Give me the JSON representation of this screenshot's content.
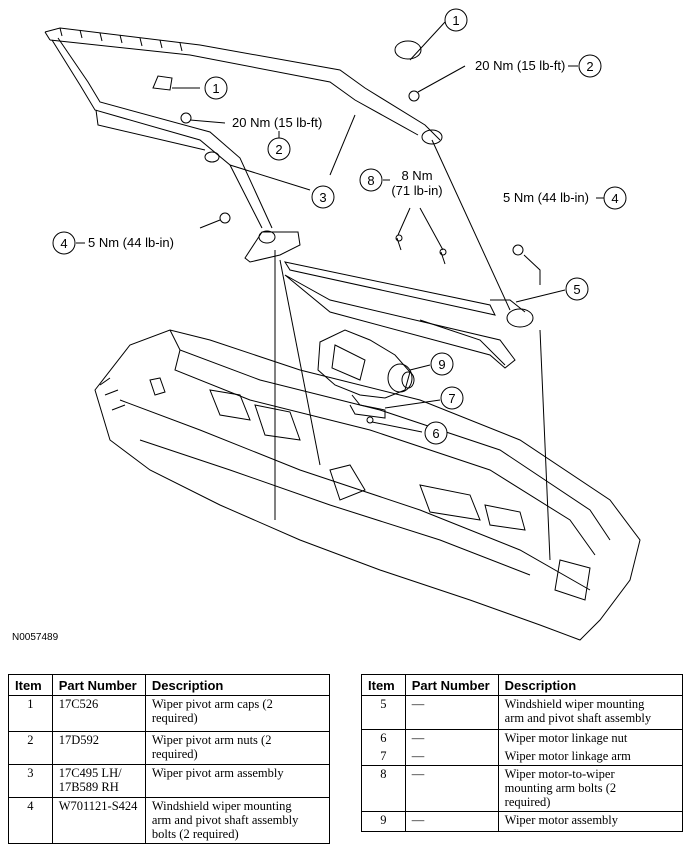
{
  "figure": {
    "id": "N0057489",
    "callouts": [
      {
        "num": "1"
      },
      {
        "num": "1"
      },
      {
        "num": "2"
      },
      {
        "num": "2"
      },
      {
        "num": "3"
      },
      {
        "num": "4"
      },
      {
        "num": "4"
      },
      {
        "num": "5"
      },
      {
        "num": "6"
      },
      {
        "num": "7"
      },
      {
        "num": "8"
      },
      {
        "num": "9"
      }
    ],
    "torque_labels": {
      "nut_top": "20 Nm (15 lb-ft)",
      "nut_left": "20 Nm (15 lb-ft)",
      "bolt_right": "5 Nm (44 lb-in)",
      "bolt_left": "5 Nm (44 lb-in)",
      "motor_bolts_line1": "8 Nm",
      "motor_bolts_line2": "(71 lb-in)"
    }
  },
  "table": {
    "headers": [
      "Item",
      "Part Number",
      "Description"
    ],
    "left_rows": [
      {
        "item": "1",
        "part": "17C526",
        "desc": [
          "Wiper pivot arm caps (2",
          "required)"
        ]
      },
      {
        "item": "2",
        "part": "17D592",
        "desc": [
          "Wiper pivot arm nuts (2",
          "required)"
        ]
      },
      {
        "item": "3",
        "part": [
          "17C495 LH/",
          "17B589 RH"
        ],
        "desc": [
          "Wiper pivot arm assembly"
        ]
      },
      {
        "item": "4",
        "part": "W701121-S424",
        "desc": [
          "Windshield wiper mounting",
          "arm and pivot shaft assembly",
          "bolts (2 required)"
        ]
      }
    ],
    "right_rows": [
      {
        "item": "5",
        "part": "—",
        "desc": [
          "Windshield wiper mounting",
          "arm and pivot shaft assembly"
        ]
      },
      {
        "item": "6",
        "part": "—",
        "desc": [
          "Wiper motor linkage nut"
        ]
      },
      {
        "item": "7",
        "part": "—",
        "desc": [
          "Wiper motor linkage arm"
        ]
      },
      {
        "item": "8",
        "part": "—",
        "desc": [
          "Wiper motor-to-wiper",
          "mounting arm bolts (2",
          "required)"
        ]
      },
      {
        "item": "9",
        "part": "—",
        "desc": [
          "Wiper motor assembly"
        ]
      }
    ]
  }
}
